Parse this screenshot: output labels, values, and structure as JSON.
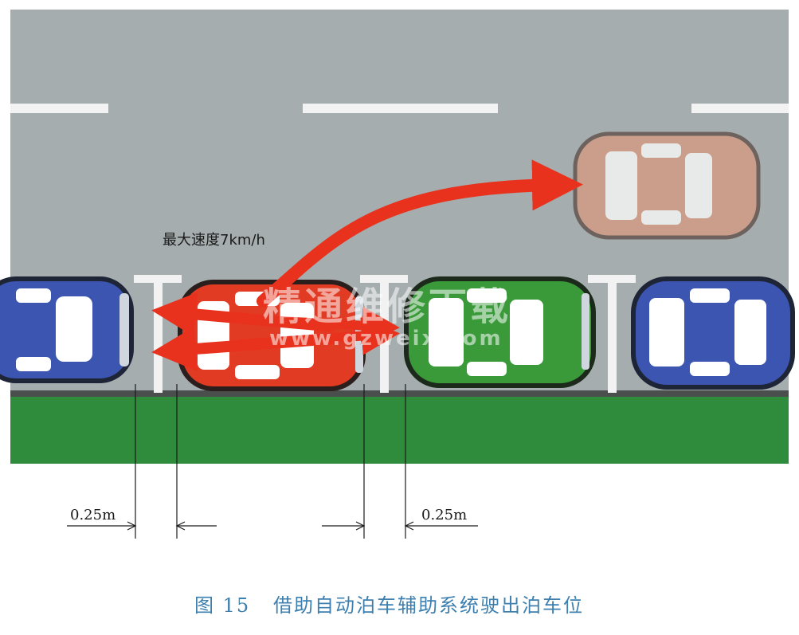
{
  "labels": {
    "speed": "最大速度7km/h",
    "dim_left": "0.25m",
    "dim_right": "0.25m",
    "caption": "图 15   借助自动泊车辅助系统驶出泊车位"
  },
  "watermark": {
    "text": "精通维修下载",
    "url": "www.gzweix.com"
  },
  "colors": {
    "road": "#a6adae",
    "grass": "#2f8c3c",
    "curb": "#4a4f4d",
    "lane_marking": "#f2f2f2",
    "arrow": "#e8321e",
    "car_blue": "#3b55b0",
    "car_red": "#e23b24",
    "car_green": "#3a9a3a",
    "car_ghost": "#d69a7e",
    "caption": "#3d7fae"
  }
}
